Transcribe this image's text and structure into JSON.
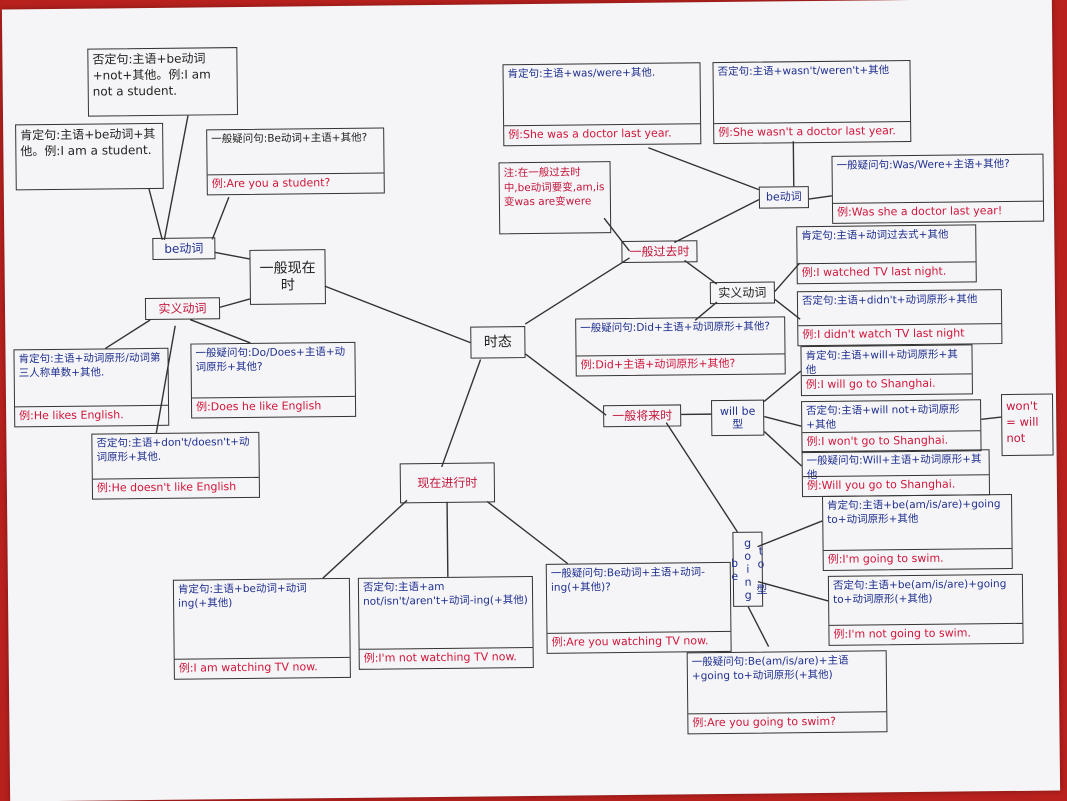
{
  "center": "时态",
  "present_simple": {
    "title": "一般现在时",
    "be_verb": {
      "label": "be动词",
      "negative": "否定句:主语+be动词+not+其他。例:I am not a student.",
      "affirmative": "肯定句:主语+be动词+其他。例:I am a student.",
      "question": "一般疑问句:Be动词+主语+其他?",
      "question_example": "例:Are you a student?"
    },
    "action_verb": {
      "label": "实义动词",
      "affirmative": "肯定句:主语+动词原形/动词第三人称单数+其他.",
      "affirmative_example": "例:He likes English.",
      "question": "一般疑问句:Do/Does+主语+动词原形+其他?",
      "question_example": "例:Does he like English",
      "negative": "否定句:主语+don't/doesn't+动词原形+其他.",
      "negative_example": "例:He doesn't like English"
    }
  },
  "past_simple": {
    "title": "一般过去时",
    "note": "注:在一般过去时中,be动词要变,am,is变was are变were",
    "be_verb": {
      "label": "be动词",
      "affirmative": "肯定句:主语+was/were+其他.",
      "affirmative_example": "例:She was a doctor last year.",
      "negative": "否定句:主语+wasn't/weren't+其他",
      "negative_example": "例:She wasn't a doctor last year.",
      "question": "一般疑问句:Was/Were+主语+其他?",
      "question_example": "例:Was she a doctor last year!"
    },
    "action_verb": {
      "label": "实义动词",
      "affirmative": "肯定句:主语+动词过去式+其他",
      "affirmative_example": "例:I watched TV last night.",
      "negative": "否定句:主语+didn't+动词原形+其他",
      "negative_example": "例:I didn't watch TV last night",
      "question": "一般疑问句:Did+主语+动词原形+其他?",
      "question_example": "例:Did+主语+动词原形+其他?"
    }
  },
  "future_simple": {
    "title": "一般将来时",
    "will": {
      "label": "will be 型",
      "affirmative": "肯定句:主语+will+动词原形+其他",
      "affirmative_example": "例:I will go to Shanghai.",
      "negative": "否定句:主语+will not+动词原形+其他",
      "negative_example": "例:I won't go to Shanghai.",
      "contraction": "won't = will not",
      "question": "一般疑问句:Will+主语+动词原形+其他",
      "question_example": "例:Will you go to Shanghai."
    },
    "going_to": {
      "label": "be going to 型",
      "affirmative": "肯定句:主语+be(am/is/are)+going to+动词原形+其他",
      "affirmative_example": "例:I'm going to swim.",
      "negative": "否定句:主语+be(am/is/are)+going to+动词原形(+其他)",
      "negative_example": "例:I'm not going to swim.",
      "question": "一般疑问句:Be(am/is/are)+主语+going to+动词原形(+其他)",
      "question_example": "例:Are you going to swim?"
    }
  },
  "present_continuous": {
    "title": "现在进行时",
    "affirmative": "肯定句:主语+be动词+动词ing(+其他)",
    "affirmative_example": "例:I am watching TV now.",
    "negative": "否定句:主语+am not/isn't/aren't+动词-ing(+其他)",
    "negative_example": "例:I'm not watching TV now.",
    "question": "一般疑问句:Be动词+主语+动词-ing(+其他)?",
    "question_example": "例:Are you watching TV now."
  },
  "colors": {
    "ink_blue": "#1f2f8f",
    "ink_red": "#d0163b",
    "background": "#b8211e",
    "paper": "#f5f5f7"
  }
}
